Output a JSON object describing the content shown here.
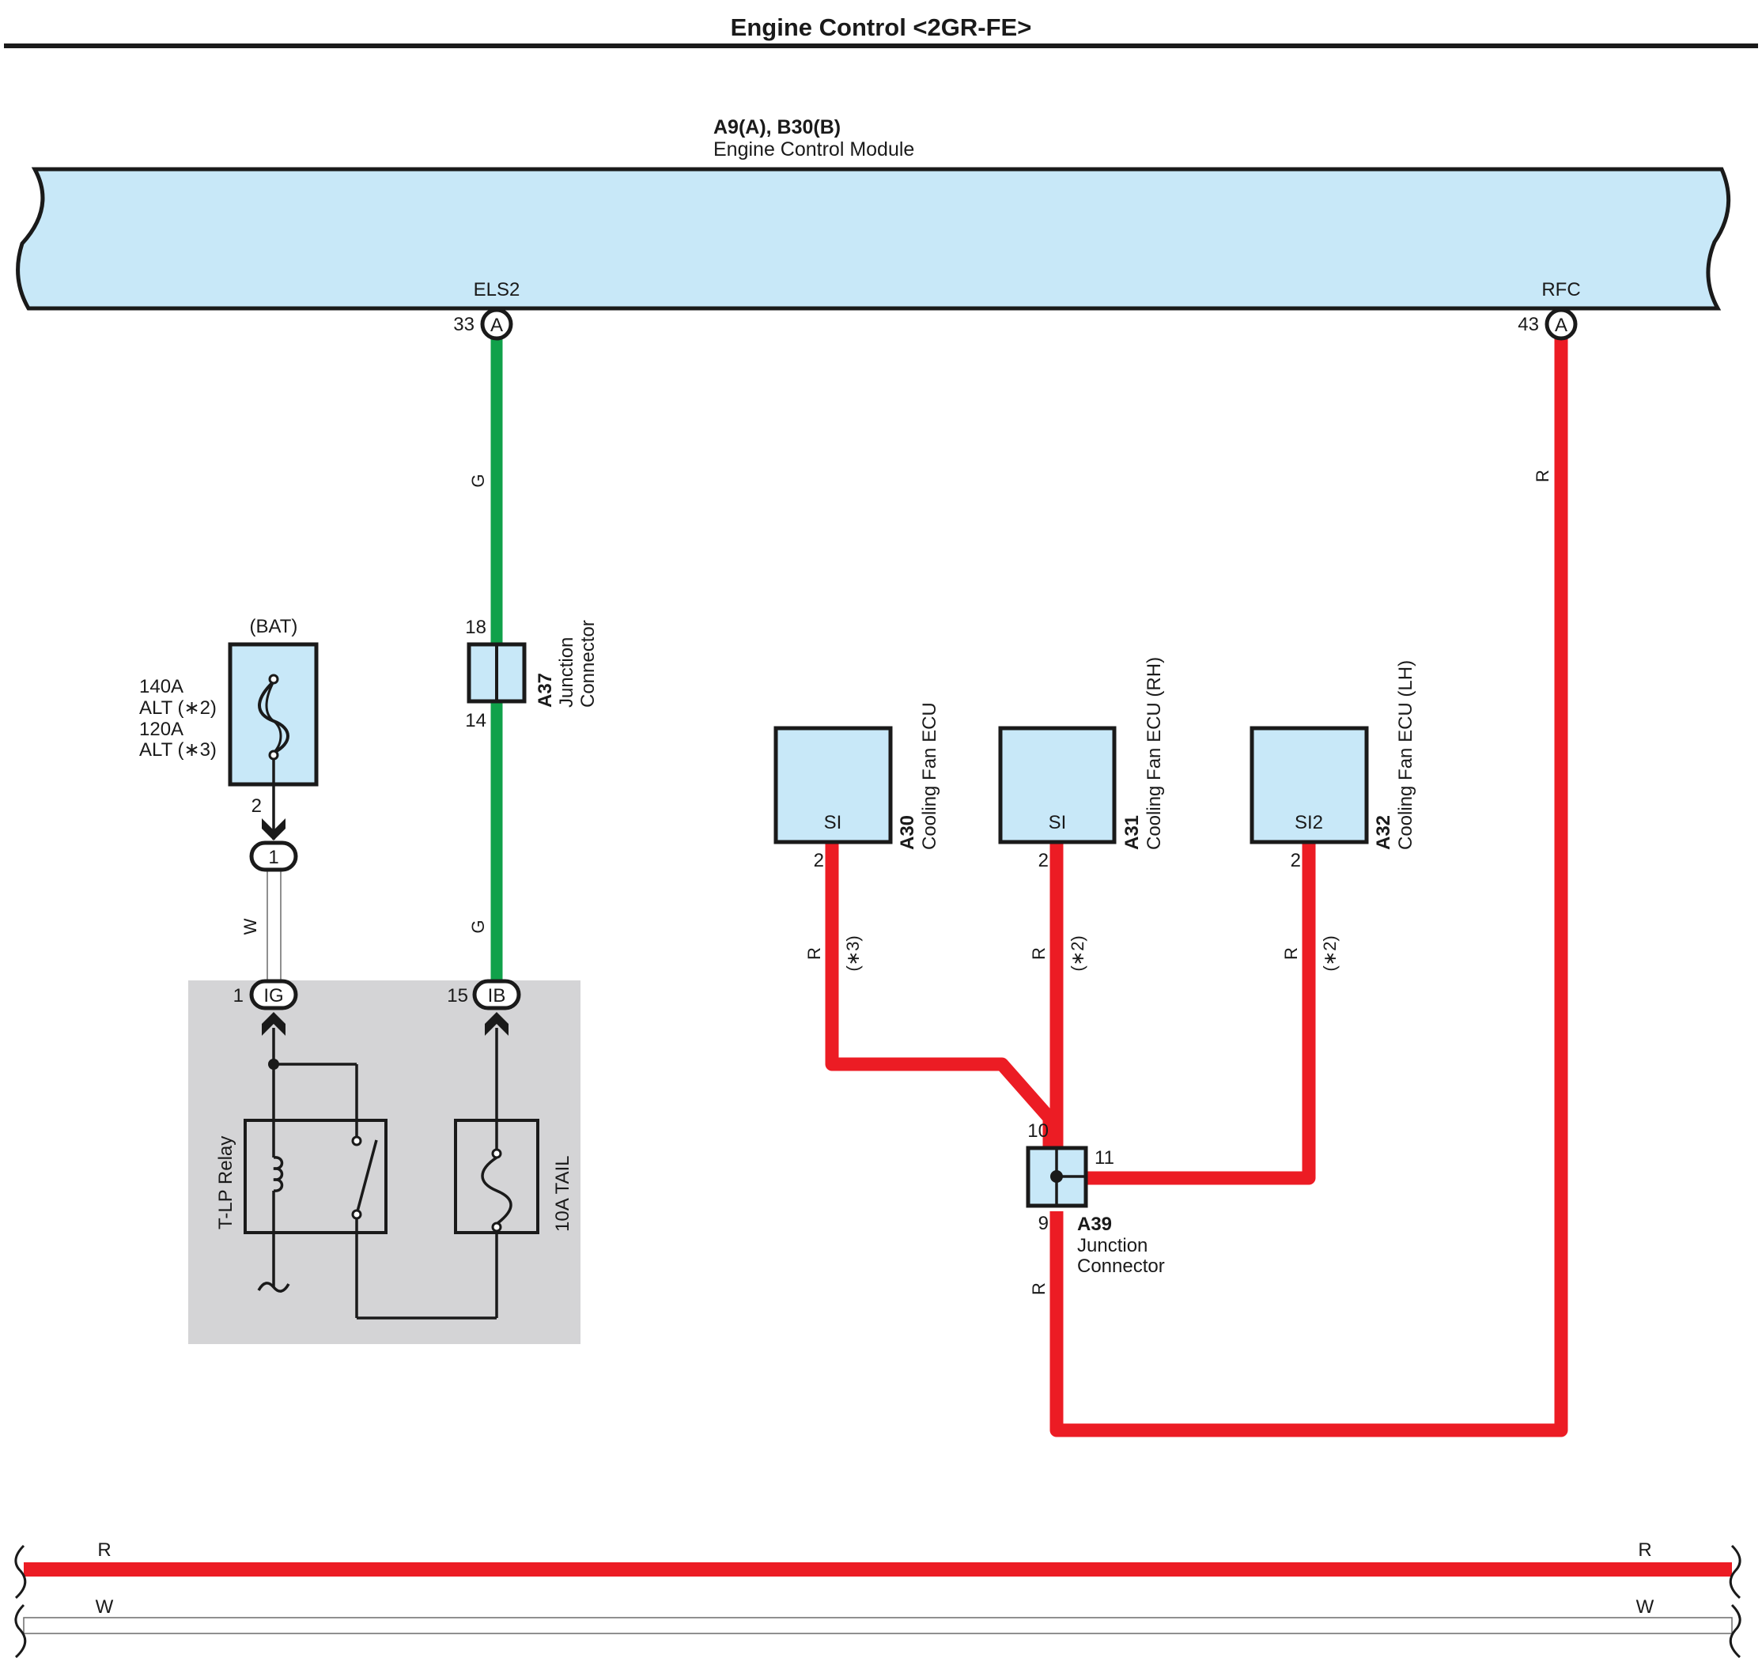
{
  "title": "Engine Control <2GR-FE>",
  "colors": {
    "module_fill": "#c8e8f8",
    "wire_green": "#10a14a",
    "wire_red": "#ec1c24",
    "wire_white": "#ffffff",
    "relay_block_fill": "#d4d4d6",
    "line": "#1a1a1a"
  },
  "ecm": {
    "code": "A9(A), B30(B)",
    "name": "Engine Control Module",
    "pins": [
      {
        "terminal": "ELS2",
        "number": "33",
        "connector": "A"
      },
      {
        "terminal": "RFC",
        "number": "43",
        "connector": "A"
      }
    ]
  },
  "wire_labels": {
    "green": "G",
    "red": "R",
    "white": "W"
  },
  "battery": {
    "label": "(BAT)",
    "fuse_lines": [
      "140A",
      "ALT (∗2)",
      "120A",
      "ALT (∗3)"
    ],
    "pin": "2",
    "junction": "1"
  },
  "a37": {
    "code": "A37",
    "name_lines": [
      "Junction",
      "Connector"
    ],
    "pin_top": "18",
    "pin_bottom": "14"
  },
  "relay_block": {
    "ig_pin": "1",
    "ig_label": "IG",
    "ib_pin": "15",
    "ib_label": "IB",
    "relay_name": "T-LP Relay",
    "fuse_name": "10A TAIL"
  },
  "fan_ecus": [
    {
      "code": "A30",
      "name": "Cooling Fan ECU",
      "terminal": "SI",
      "pin": "2",
      "note": "(∗3)"
    },
    {
      "code": "A31",
      "name": "Cooling Fan ECU (RH)",
      "terminal": "SI",
      "pin": "2",
      "note": "(∗2)"
    },
    {
      "code": "A32",
      "name": "Cooling Fan ECU (LH)",
      "terminal": "SI2",
      "pin": "2",
      "note": "(∗2)"
    }
  ],
  "a39": {
    "code": "A39",
    "name_lines": [
      "Junction",
      "Connector"
    ],
    "pins": [
      "10",
      "11",
      "9"
    ]
  },
  "legend": [
    {
      "label": "R",
      "color": "#ec1c24"
    },
    {
      "label": "W",
      "color": "#ffffff"
    }
  ]
}
